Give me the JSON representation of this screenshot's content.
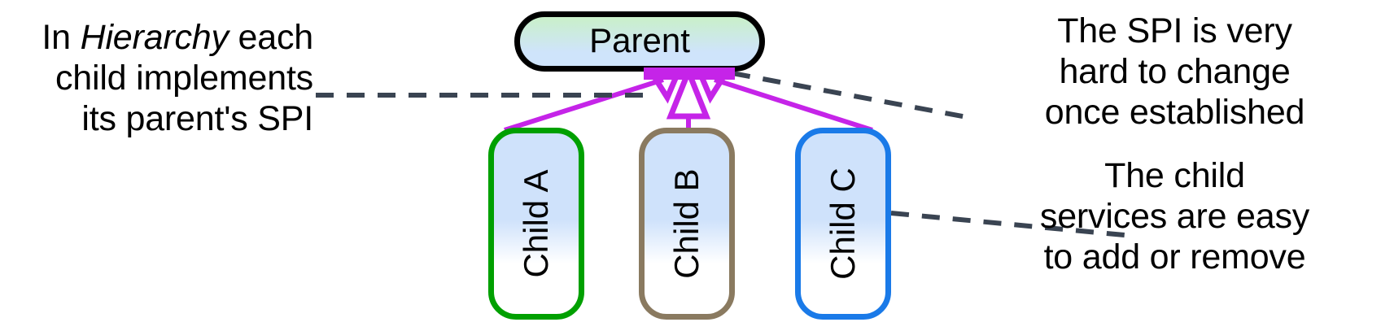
{
  "diagram": {
    "title": "Hierarchy SPI relationship diagram",
    "colors": {
      "parent_border": "#000000",
      "parent_gradient_top": "#c9f0c9",
      "parent_gradient_bottom": "#cfe4fb",
      "spi_bar": "#c524e8",
      "realization_arrow": "#c524e8",
      "callout_line": "#3a4452",
      "child_a_border": "#00a000",
      "child_b_border": "#8a7a60",
      "child_c_border": "#1a7ae8",
      "child_gradient_top": "#cfe2fb",
      "child_gradient_bottom": "#ffffff"
    },
    "parent": {
      "label": "Parent"
    },
    "spi_bar": {
      "label": "",
      "semantic": "provided-service-programming-interface"
    },
    "children": [
      {
        "id": "child-a",
        "label": "Child A",
        "border_color": "#00a000"
      },
      {
        "id": "child-b",
        "label": "Child B",
        "border_color": "#8a7a60"
      },
      {
        "id": "child-c",
        "label": "Child C",
        "border_color": "#1a7ae8"
      }
    ],
    "notes": {
      "left": {
        "line1_prefix": "In ",
        "line1_emphasis": "Hierarchy",
        "line1_suffix": " each",
        "line2": "child implements",
        "line3": "its parent's SPI"
      },
      "right_top": {
        "line1": "The SPI is very",
        "line2": "hard to change",
        "line3": "once established"
      },
      "right_bottom": {
        "line1": "The child",
        "line2": "services are easy",
        "line3": "to add or remove"
      }
    }
  }
}
